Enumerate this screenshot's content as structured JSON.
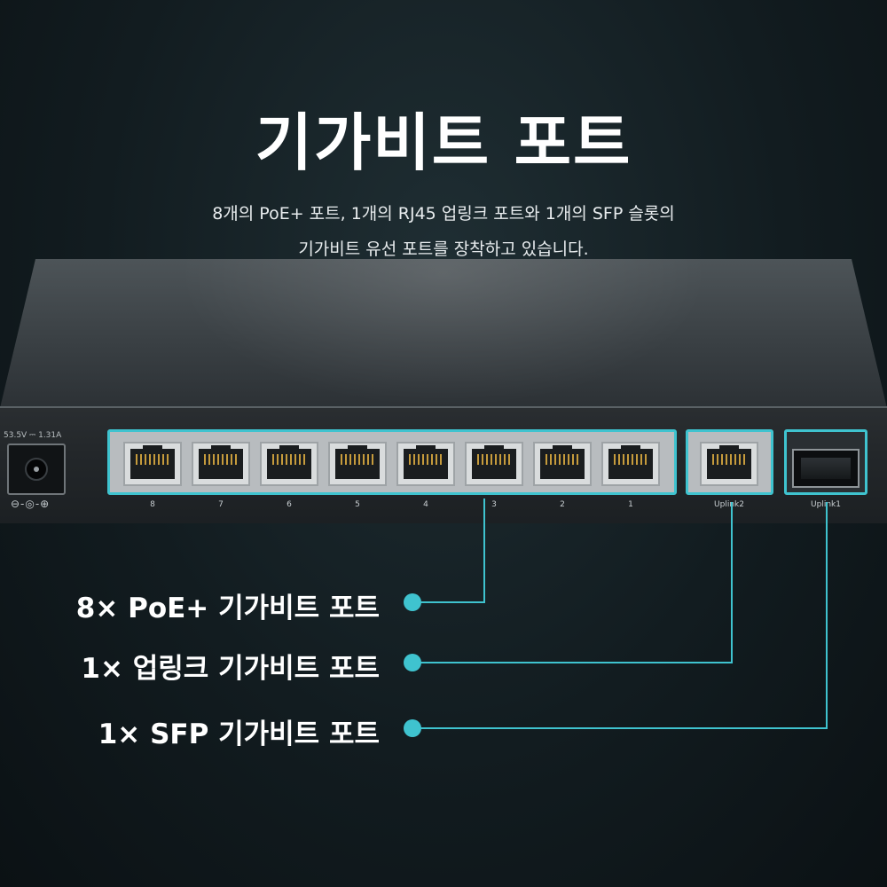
{
  "heading": {
    "title": "기가비트 포트",
    "subtitle_line1": "8개의 PoE+  포트, 1개의 RJ45 업링크 포트와 1개의 SFP 슬롯의",
    "subtitle_line2": "기가비트 유선 포트를 장착하고 있습니다."
  },
  "device": {
    "power_rating": "53.5V ⎓ 1.31A",
    "polarity_symbol": "⊖-◎-⊕",
    "poe_ports": [
      "8",
      "7",
      "6",
      "5",
      "4",
      "3",
      "2",
      "1"
    ],
    "uplink_rj45_label": "Uplink2",
    "uplink_sfp_label": "Uplink1"
  },
  "callouts": [
    {
      "label": "8× PoE+ 기가비트 포트"
    },
    {
      "label": "1× 업링크 기가비트 포트"
    },
    {
      "label": "1× SFP 기가비트 포트"
    }
  ],
  "colors": {
    "accent": "#3fc3cf",
    "background": "#121c20"
  }
}
